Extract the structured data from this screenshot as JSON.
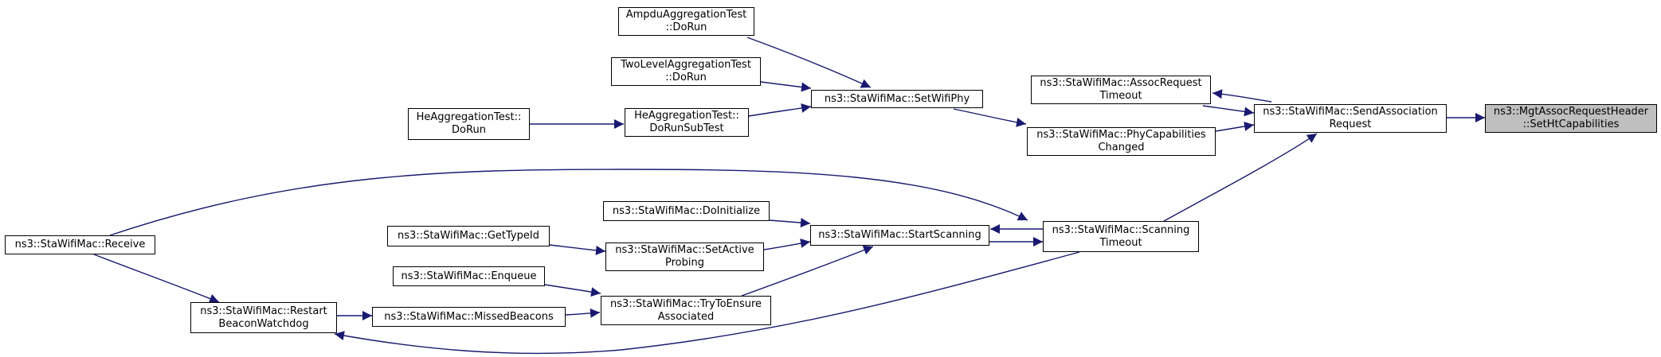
{
  "colors": {
    "edge": "#191970",
    "node_border": "#000000",
    "node_fill": "#ffffff",
    "target_fill": "#bfbfbf"
  },
  "nodes": {
    "set_ht_capabilities": {
      "line1": "ns3::MgtAssocRequestHeader",
      "line2": "::SetHtCapabilities"
    },
    "send_association_request": {
      "line1": "ns3::StaWifiMac::SendAssociation",
      "line2": "Request"
    },
    "assoc_request_timeout": {
      "line1": "ns3::StaWifiMac::AssocRequest",
      "line2": "Timeout"
    },
    "phy_capabilities_changed": {
      "line1": "ns3::StaWifiMac::PhyCapabilities",
      "line2": "Changed"
    },
    "set_wifi_phy": {
      "line1": "ns3::StaWifiMac::SetWifiPhy"
    },
    "ampdu_aggregation_test": {
      "line1": "AmpduAggregationTest",
      "line2": "::DoRun"
    },
    "two_level_aggregation_test": {
      "line1": "TwoLevelAggregationTest",
      "line2": "::DoRun"
    },
    "he_do_run_sub_test": {
      "line1": "HeAggregationTest::",
      "line2": "DoRunSubTest"
    },
    "he_do_run": {
      "line1": "HeAggregationTest::",
      "line2": "DoRun"
    },
    "scanning_timeout": {
      "line1": "ns3::StaWifiMac::Scanning",
      "line2": "Timeout"
    },
    "start_scanning": {
      "line1": "ns3::StaWifiMac::StartScanning"
    },
    "do_initialize": {
      "line1": "ns3::StaWifiMac::DoInitialize"
    },
    "set_active_probing": {
      "line1": "ns3::StaWifiMac::SetActive",
      "line2": "Probing"
    },
    "get_type_id": {
      "line1": "ns3::StaWifiMac::GetTypeId"
    },
    "try_to_ensure_associated": {
      "line1": "ns3::StaWifiMac::TryToEnsure",
      "line2": "Associated"
    },
    "enqueue": {
      "line1": "ns3::StaWifiMac::Enqueue"
    },
    "missed_beacons": {
      "line1": "ns3::StaWifiMac::MissedBeacons"
    },
    "restart_beacon_watchdog": {
      "line1": "ns3::StaWifiMac::Restart",
      "line2": "BeaconWatchdog"
    },
    "receive": {
      "line1": "ns3::StaWifiMac::Receive"
    }
  },
  "edges": [
    {
      "from": "send_association_request",
      "to": "set_ht_capabilities"
    },
    {
      "from": "assoc_request_timeout",
      "to": "send_association_request"
    },
    {
      "from": "send_association_request",
      "to": "assoc_request_timeout"
    },
    {
      "from": "phy_capabilities_changed",
      "to": "send_association_request"
    },
    {
      "from": "scanning_timeout",
      "to": "send_association_request"
    },
    {
      "from": "set_wifi_phy",
      "to": "phy_capabilities_changed"
    },
    {
      "from": "ampdu_aggregation_test",
      "to": "set_wifi_phy"
    },
    {
      "from": "two_level_aggregation_test",
      "to": "set_wifi_phy"
    },
    {
      "from": "he_do_run_sub_test",
      "to": "set_wifi_phy"
    },
    {
      "from": "he_do_run",
      "to": "he_do_run_sub_test"
    },
    {
      "from": "start_scanning",
      "to": "scanning_timeout"
    },
    {
      "from": "scanning_timeout",
      "to": "start_scanning"
    },
    {
      "from": "receive",
      "to": "scanning_timeout"
    },
    {
      "from": "scanning_timeout",
      "to": "restart_beacon_watchdog"
    },
    {
      "from": "do_initialize",
      "to": "start_scanning"
    },
    {
      "from": "set_active_probing",
      "to": "start_scanning"
    },
    {
      "from": "try_to_ensure_associated",
      "to": "start_scanning"
    },
    {
      "from": "get_type_id",
      "to": "set_active_probing"
    },
    {
      "from": "enqueue",
      "to": "try_to_ensure_associated"
    },
    {
      "from": "missed_beacons",
      "to": "try_to_ensure_associated"
    },
    {
      "from": "restart_beacon_watchdog",
      "to": "missed_beacons"
    },
    {
      "from": "receive",
      "to": "restart_beacon_watchdog"
    }
  ]
}
